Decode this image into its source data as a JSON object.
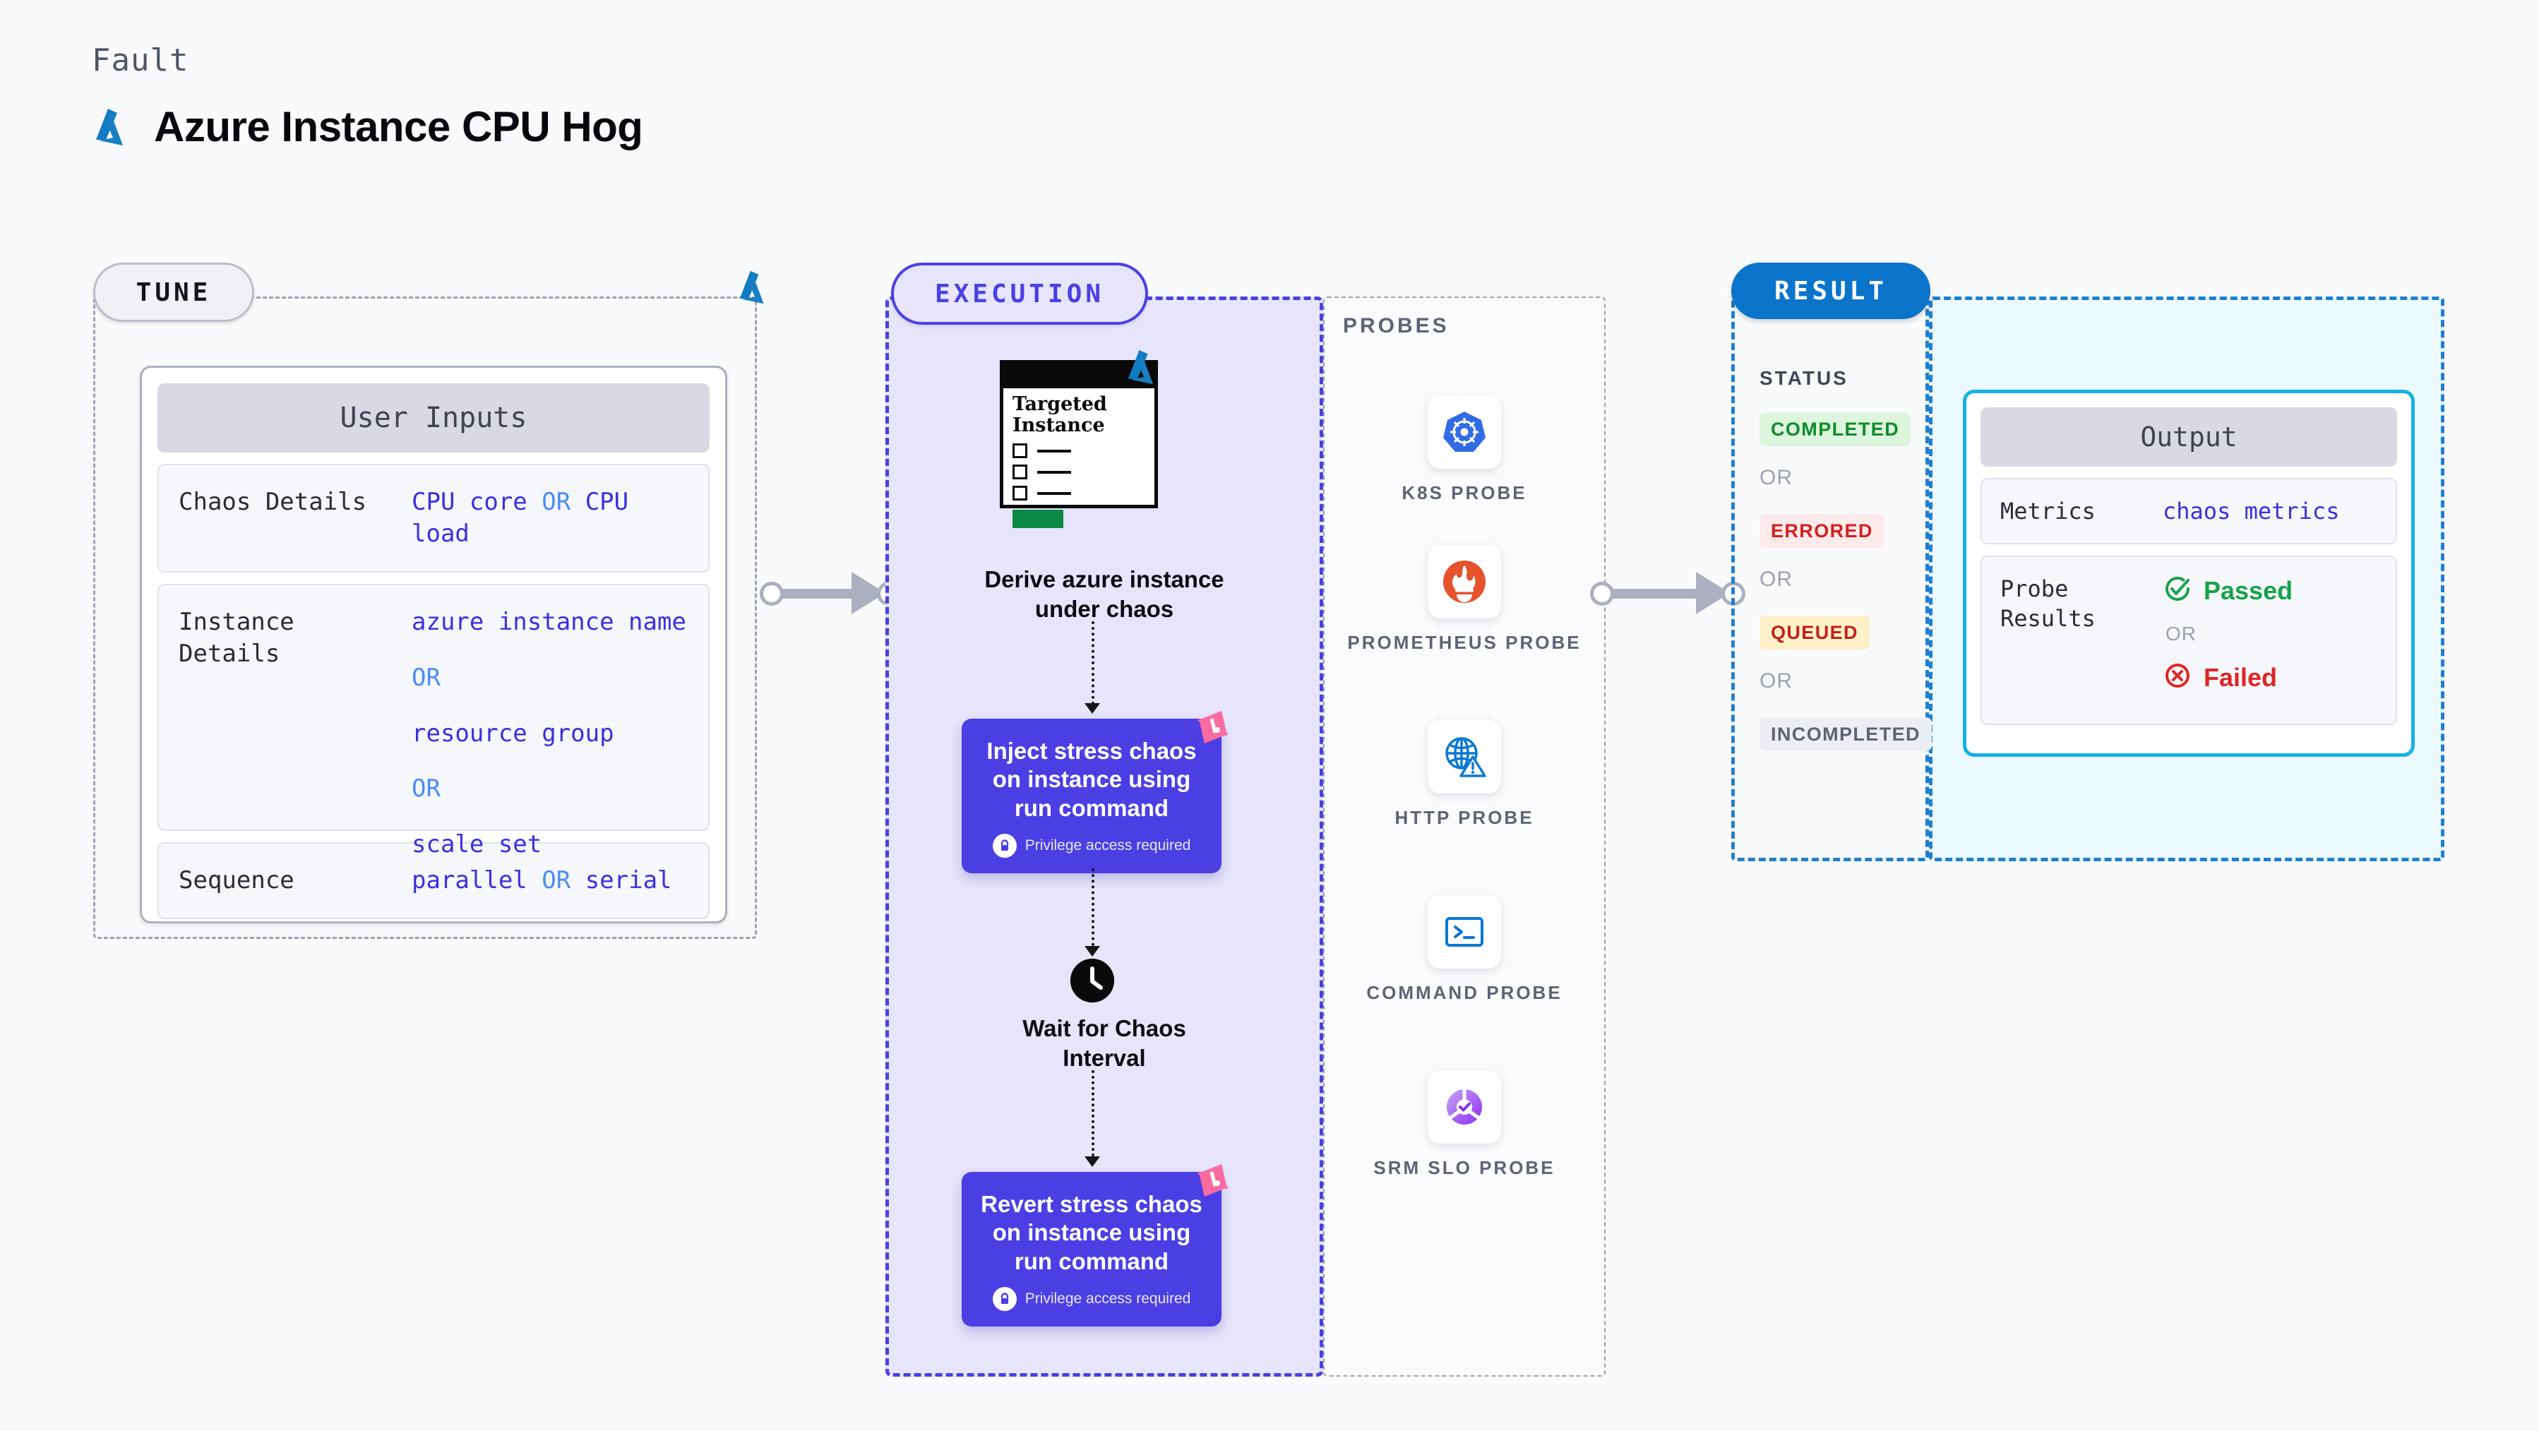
{
  "header": {
    "kicker": "Fault",
    "title": "Azure Instance CPU Hog",
    "logo_icon": "azure-logo-icon"
  },
  "tune": {
    "pill_label": "TUNE",
    "card_title": "User Inputs",
    "rows": [
      {
        "key": "Chaos Details",
        "values": [
          "CPU core",
          "OR",
          "CPU load"
        ],
        "inline": true
      },
      {
        "key": "Instance\nDetails",
        "values": [
          "azure instance name",
          "OR",
          "resource group",
          "OR",
          "scale set"
        ],
        "inline": false
      },
      {
        "key": "Sequence",
        "values": [
          "parallel",
          "OR",
          "serial"
        ],
        "inline": true
      }
    ]
  },
  "execution": {
    "pill_label": "EXECUTION",
    "target_card": {
      "title_line1": "Targeted",
      "title_line2": "Instance"
    },
    "derive_caption": "Derive azure instance\nunder chaos",
    "inject_step": {
      "title": "Inject stress chaos on instance using run command",
      "privilege_note": "Privilege access required",
      "lock_icon": "lock-icon",
      "mark_icon": "chaos-mark-icon"
    },
    "wait_step": {
      "icon": "clock-icon",
      "caption": "Wait for Chaos\nInterval"
    },
    "revert_step": {
      "title": "Revert stress chaos on instance using run command",
      "privilege_note": "Privilege access required",
      "lock_icon": "lock-icon",
      "mark_icon": "chaos-mark-icon"
    }
  },
  "probes": {
    "label": "PROBES",
    "items": [
      {
        "label": "K8S PROBE",
        "icon": "kubernetes-icon"
      },
      {
        "label": "PROMETHEUS PROBE",
        "icon": "prometheus-icon"
      },
      {
        "label": "HTTP PROBE",
        "icon": "http-globe-warning-icon"
      },
      {
        "label": "COMMAND PROBE",
        "icon": "terminal-icon"
      },
      {
        "label": "SRM SLO PROBE",
        "icon": "srm-slo-icon"
      }
    ]
  },
  "result": {
    "pill_label": "RESULT",
    "status_label": "STATUS",
    "statuses": [
      {
        "label": "COMPLETED",
        "color": "#128a2c",
        "bg": "#dcf5dc"
      },
      {
        "label": "OR",
        "color": "#9aa1b0",
        "bg": "transparent"
      },
      {
        "label": "ERRORED",
        "color": "#d31f1f",
        "bg": "#fdeaea"
      },
      {
        "label": "OR",
        "color": "#9aa1b0",
        "bg": "transparent"
      },
      {
        "label": "QUEUED",
        "color": "#c2201d",
        "bg": "#fdf0c8"
      },
      {
        "label": "OR",
        "color": "#9aa1b0",
        "bg": "transparent"
      },
      {
        "label": "INCOMPLETED",
        "color": "#5c6475",
        "bg": "#eceef4"
      }
    ],
    "output": {
      "card_title": "Output",
      "metrics_key": "Metrics",
      "metrics_value": "chaos metrics",
      "probe_results_key": "Probe\nResults",
      "passed_label": "Passed",
      "passed_icon": "check-circle-icon",
      "or_label": "OR",
      "failed_label": "Failed",
      "failed_icon": "x-circle-icon"
    }
  },
  "colors": {
    "accent_indigo": "#4b3fe4",
    "accent_blue": "#0a74cb",
    "accent_cyan": "#14b2e5",
    "value_blue": "#3b2fe0",
    "or_blue": "#4a8df6"
  }
}
